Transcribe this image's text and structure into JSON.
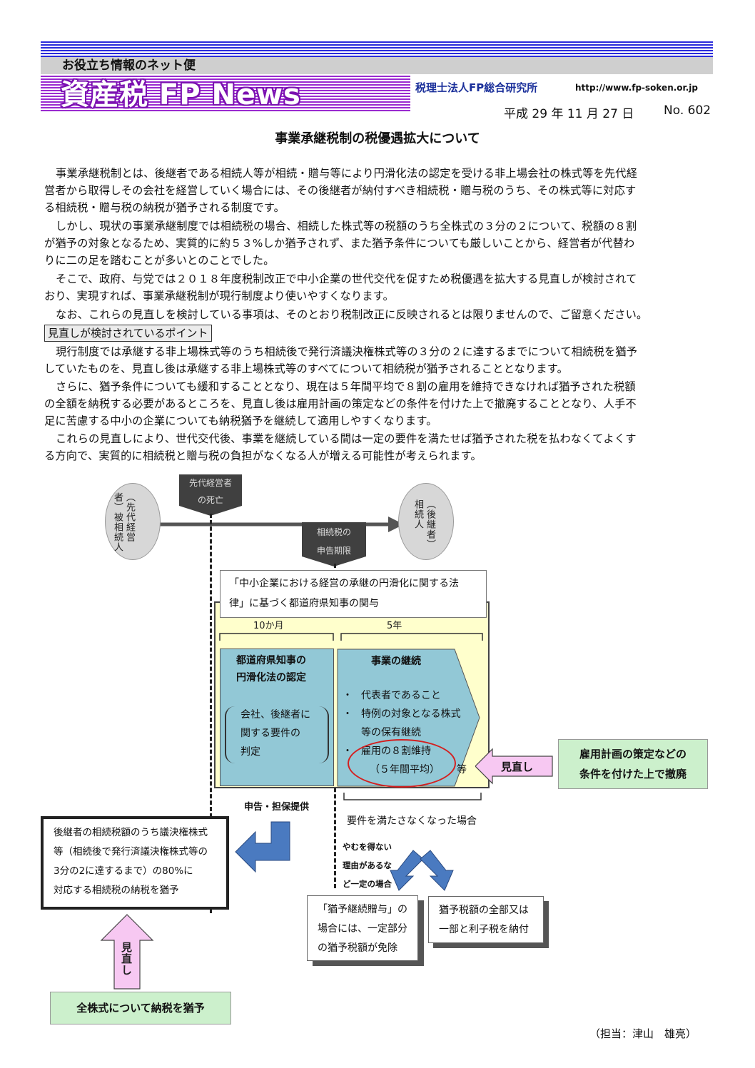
{
  "header": {
    "tagline": "お役立ち情報のネット便",
    "title": "資産税 FP News",
    "firm": "税理士法人FP総合研究所",
    "url": "http://www.fp-soken.or.jp",
    "date": "平成 29 年 11 月 27 日",
    "issue": "No. 602"
  },
  "article": {
    "title": "事業承継税制の税優遇拡大について",
    "paragraphs": [
      [
        "事業承継税制とは、後継者である相続人等が相続・贈与等により円滑化法の認定を受ける非上場会社の株式等を先代経",
        "営者から取得しその会社を経営していく場合には、その後継者が納付すべき相続税・贈与税のうち、その株式等に対応す",
        "る相続税・贈与税の納税が猶予される制度です。"
      ],
      [
        "しかし、現状の事業承継制度では相続税の場合、相続した株式等の税額のうち全株式の３分の２について、税額の８割",
        "が猶予の対象となるため、実質的に約５３%しか猶予されず、また猶予条件についても厳しいことから、経営者が代替わ",
        "りに二の足を踏むことが多いとのことでした。"
      ],
      [
        "そこで、政府、与党では２０１８年度税制改正で中小企業の世代交代を促すため税優遇を拡大する見直しが検討されて",
        "おり、実現すれば、事業承継税制が現行制度より使いやすくなります。"
      ],
      [
        "なお、これらの見直しを検討している事項は、そのとおり税制改正に反映されるとは限りませんので、ご留意ください。"
      ]
    ],
    "section_heading": "見直しが検討されているポイント",
    "paragraphs2": [
      [
        "現行制度では承継する非上場株式等のうち相続後で発行済議決権株式等の３分の２に達するまでについて相続税を猶予",
        "していたものを、見直し後は承継する非上場株式等のすべてについて相続税が猶予されることとなります。"
      ],
      [
        "さらに、猶予条件についても緩和することとなり、現在は５年間平均で８割の雇用を維持できなければ猶予された税額",
        "の全額を納税する必要があるところを、見直し後は雇用計画の策定などの条件を付けた上で撤廃することとなり、人手不",
        "足に苦慮する中小の企業についても納税猶予を継続して適用しやすくなります。"
      ],
      [
        "これらの見直しにより、世代交代後、事業を継続している間は一定の要件を満たせば猶予された税を払わなくてよくす",
        "る方向で、実質的に相続税と贈与税の負担がなくなる人が増える可能性が考えられます。"
      ]
    ]
  },
  "diagram": {
    "left_person": "（先代経営者）被相続人",
    "right_person": "（後継者）相続人",
    "death_label": [
      "先代経営者",
      "の死亡"
    ],
    "deadline_label": [
      "相続税の",
      "申告期限"
    ],
    "law_box": [
      "「中小企業における経営の承継の円滑化に関する法",
      "律」に基づく都道府県知事の関与"
    ],
    "period_10m": "10か月",
    "period_5y": "5年",
    "left_block_title": [
      "都道府県知事の",
      "円滑化法の認定"
    ],
    "left_block_body": [
      "会社、後継者に",
      "関する要件の",
      "判定"
    ],
    "right_block_title": "事業の継続",
    "bullets": [
      "代表者であること",
      "特例の対象となる株式",
      "等の保有継続",
      "雇用の８割維持",
      "（５年間平均）",
      "等"
    ],
    "minaoshi": "見直し",
    "employment_box": [
      "雇用計画の策定などの",
      "条件を付けた上で撤廃"
    ],
    "filing_label": "申告・担保提供",
    "unmet_label": "要件を満たさなくなった場合",
    "unavoidable": [
      "やむを得ない",
      "理由があるな",
      "ど一定の場合"
    ],
    "current_box": [
      "後継者の相続税額のうち議決権株式",
      "等（相続後で発行済議決権株式等の",
      "3分の2に達するまで）の80%に",
      "対応する相続税の納税を猶予"
    ],
    "continuation_box": [
      "「猶予継続贈与」の",
      "場合には、一定部分",
      "の猶予税額が免除"
    ],
    "pay_box": [
      "猶予税額の全部又は",
      "一部と利子税を納付"
    ],
    "minaoshi_vertical": "見直し",
    "all_shares_box": "全株式について納税を猶予",
    "colors": {
      "blue_block": "#92c8d6",
      "yellow_bg": "#ffffcc",
      "green_box": "#ccf0cc",
      "pink_arrow": "#f7c8f2",
      "blue_arrow": "#4a7ac0",
      "red_oval": "#d42020"
    }
  },
  "footer": {
    "author": "（担当：津山　雄亮）"
  }
}
